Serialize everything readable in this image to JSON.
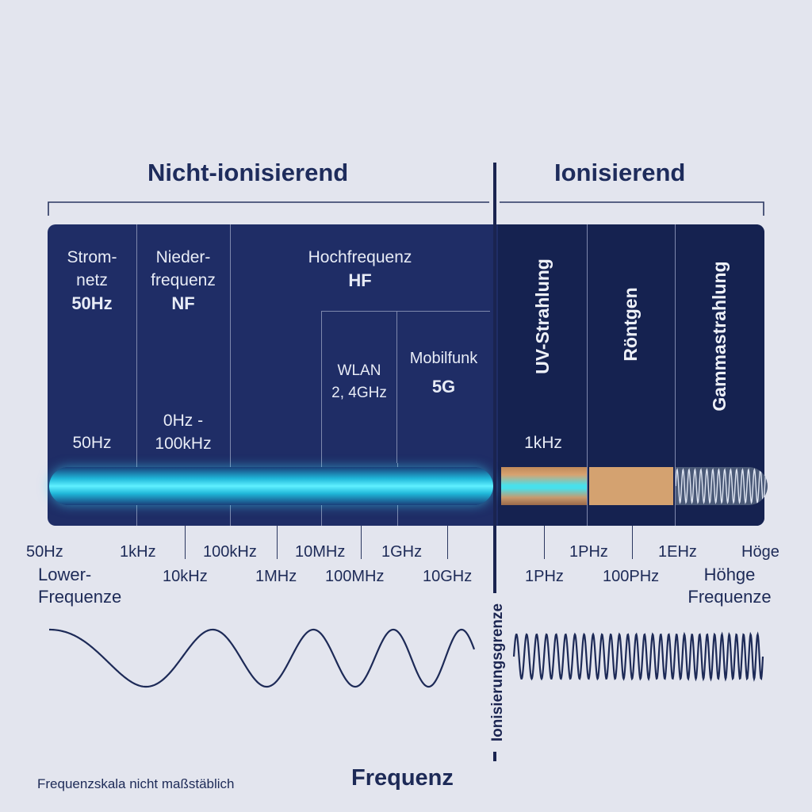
{
  "header": {
    "non_ionizing": "Nicht-ionisierend",
    "ionizing": "Ionisierend"
  },
  "cells": {
    "stromnetz": {
      "line1": "Strom-",
      "line2": "netz",
      "bold": "50Hz",
      "bottom": "50Hz"
    },
    "nf": {
      "line1": "Nieder-",
      "line2": "frequenz",
      "bold": "NF",
      "bottom1": "0Hz -",
      "bottom2": "100kHz"
    },
    "hf": {
      "line1": "Hochfrequenz",
      "bold": "HF"
    },
    "wlan": {
      "line1": "WLAN",
      "line2": "2, 4GHz"
    },
    "mobilfunk": {
      "line1": "Mobilfunk",
      "bold": "5G"
    },
    "uv": {
      "label": "UV-Strahlung",
      "bottom": "1kHz"
    },
    "xray": {
      "label": "Röntgen"
    },
    "gamma": {
      "label": "Gammastrahlung"
    }
  },
  "scale": {
    "row1": [
      "50Hz",
      "1kHz",
      "100kHz",
      "10MHz",
      "1GHz"
    ],
    "row2": [
      "10kHz",
      "1MHz",
      "100MHz",
      "10GHz"
    ],
    "right_row1": [
      "1PHz",
      "1EHz",
      "Höge"
    ],
    "right_row2": [
      "1PHz",
      "100PHz"
    ],
    "low_label_1": "Lower-",
    "low_label_2": "Frequenze",
    "high_label_1": "Höhge",
    "high_label_2": "Frequenze"
  },
  "boundary_label": "Ionisierungsgrenze",
  "axis_title": "Frequenz",
  "footnote": "Frequenzskala nicht maßstäblich",
  "colors": {
    "background": "#e3e5ee",
    "panel": "#1f2d66",
    "panel_dark": "#152250",
    "glow": "#5ff0ff",
    "xray": "#d4a270",
    "ink": "#1d2a57"
  }
}
